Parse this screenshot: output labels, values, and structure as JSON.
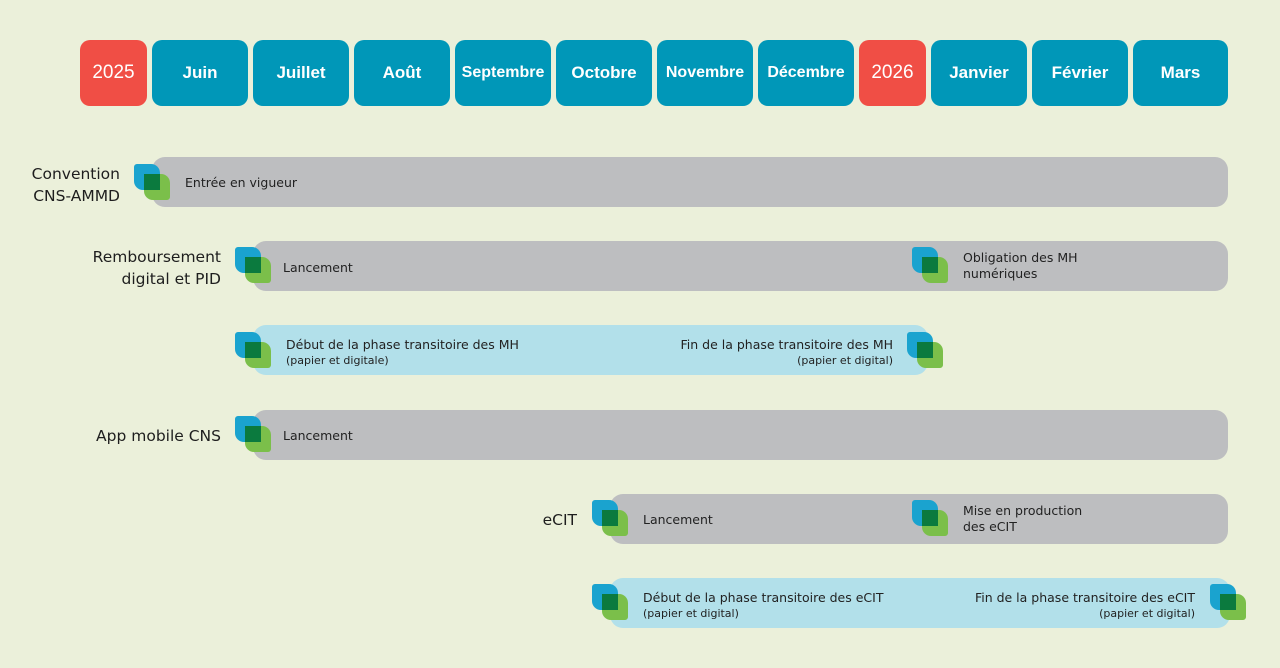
{
  "header": {
    "items": [
      {
        "label": "2025",
        "type": "year",
        "color": "#f04e45"
      },
      {
        "label": "Juin",
        "type": "month",
        "color": "#0097b8"
      },
      {
        "label": "Juillet",
        "type": "month",
        "color": "#0097b8"
      },
      {
        "label": "Août",
        "type": "month",
        "color": "#0097b8"
      },
      {
        "label": "Septembre",
        "type": "month",
        "color": "#0097b8"
      },
      {
        "label": "Octobre",
        "type": "month",
        "color": "#0097b8"
      },
      {
        "label": "Novembre",
        "type": "month",
        "color": "#0097b8"
      },
      {
        "label": "Décembre",
        "type": "month",
        "color": "#0097b8"
      },
      {
        "label": "2026",
        "type": "year",
        "color": "#f04e45"
      },
      {
        "label": "Janvier",
        "type": "month",
        "color": "#0097b8"
      },
      {
        "label": "Février",
        "type": "month",
        "color": "#0097b8"
      },
      {
        "label": "Mars",
        "type": "month",
        "color": "#0097b8"
      }
    ]
  },
  "rows": {
    "convention": {
      "label_line1": "Convention",
      "label_line2": "CNS-AMMD",
      "event1": "Entrée en vigueur"
    },
    "remboursement": {
      "label_line1": "Remboursement",
      "label_line2": "digital et PID",
      "event1": "Lancement",
      "event2_line1": "Obligation des MH",
      "event2_line2": "numériques"
    },
    "mh_transition": {
      "start_line1": "Début de la phase transitoire des MH",
      "start_line2": "(papier et digitale)",
      "end_line1": "Fin de la phase transitoire des MH",
      "end_line2": "(papier et digital)"
    },
    "app_mobile": {
      "label": "App mobile CNS",
      "event1": "Lancement"
    },
    "ecit": {
      "label": "eCIT",
      "event1": "Lancement",
      "event2_line1": "Mise en production",
      "event2_line2": "des eCIT"
    },
    "ecit_transition": {
      "start_line1": "Début de la phase transitoire des eCIT",
      "start_line2": "(papier et digital)",
      "end_line1": "Fin de la phase transitoire des eCIT",
      "end_line2": "(papier et digital)"
    }
  },
  "colors": {
    "year": "#f04e45",
    "month": "#0097b8",
    "bar_grey": "#bdbec0",
    "bar_lightblue": "#b2e0ea",
    "background": "#ebf0da"
  },
  "icons": [
    "milestone-icon"
  ]
}
